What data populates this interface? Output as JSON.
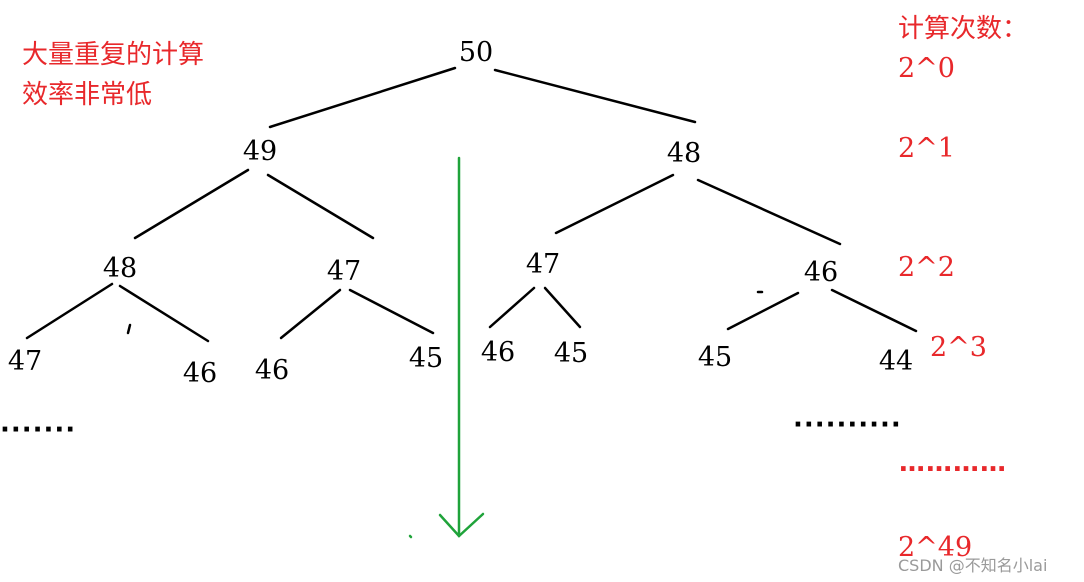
{
  "annotation": {
    "line1": "大量重复的计算",
    "line2": "效率非常低"
  },
  "counts": {
    "title": "计算次数：",
    "levels": [
      "2^0",
      "2^1",
      "2^2",
      "2^3"
    ],
    "ellipsis": "…………",
    "last": "2^49"
  },
  "tree": {
    "root": "50",
    "level1": [
      "49",
      "48"
    ],
    "level2": [
      "48",
      "47",
      "47",
      "46"
    ],
    "level3": [
      "47",
      "46",
      "46",
      "45",
      "46",
      "45",
      "45",
      "44"
    ],
    "ellipsis_left": "·······",
    "ellipsis_right": "··········"
  },
  "watermark": "CSDN @不知名小lai",
  "colors": {
    "text": "#000000",
    "annotation": "#e8282b",
    "arrow": "#1fa33a",
    "watermark": "#9a9a9a"
  }
}
